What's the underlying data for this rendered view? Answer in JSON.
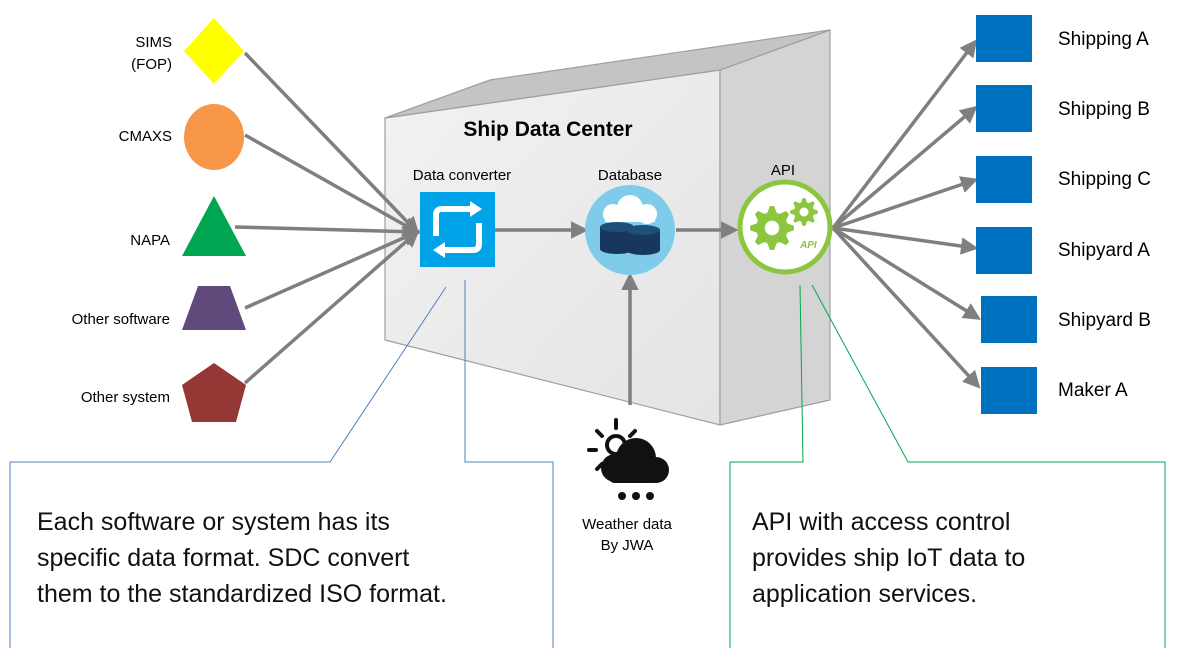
{
  "title": "Ship Data Center",
  "components": {
    "converter": "Data converter",
    "database": "Database",
    "api": "API",
    "api_badge": "API"
  },
  "sources": [
    {
      "label_lines": [
        "SIMS",
        "(FOP)"
      ],
      "shape": "diamond",
      "color": "#ffff00"
    },
    {
      "label_lines": [
        "CMAXS"
      ],
      "shape": "circle",
      "color": "#f79646"
    },
    {
      "label_lines": [
        "NAPA"
      ],
      "shape": "triangle",
      "color": "#00a651"
    },
    {
      "label_lines": [
        "Other software"
      ],
      "shape": "trapezoid",
      "color": "#604a7b"
    },
    {
      "label_lines": [
        "Other system"
      ],
      "shape": "pentagon",
      "color": "#953735"
    }
  ],
  "weather": {
    "label_lines": [
      "Weather data",
      "By JWA"
    ]
  },
  "destinations": [
    "Shipping A",
    "Shipping B",
    "Shipping C",
    "Shipyard A",
    "Shipyard B",
    "Maker A"
  ],
  "callouts": {
    "left": [
      "Each software or system has its",
      "specific data format. SDC convert",
      "them to the standardized ISO format."
    ],
    "right": [
      "API with access control",
      "provides ship IoT data to",
      "application services."
    ]
  },
  "colors": {
    "title": "#0070c0",
    "converter": "#00a2e8",
    "database": "#7ecbea",
    "api": "#8cc63f",
    "destination": "#0070c0",
    "arrow": "#7f7f7f",
    "callout_left": "#4f81bd",
    "callout_right": "#00a651"
  }
}
